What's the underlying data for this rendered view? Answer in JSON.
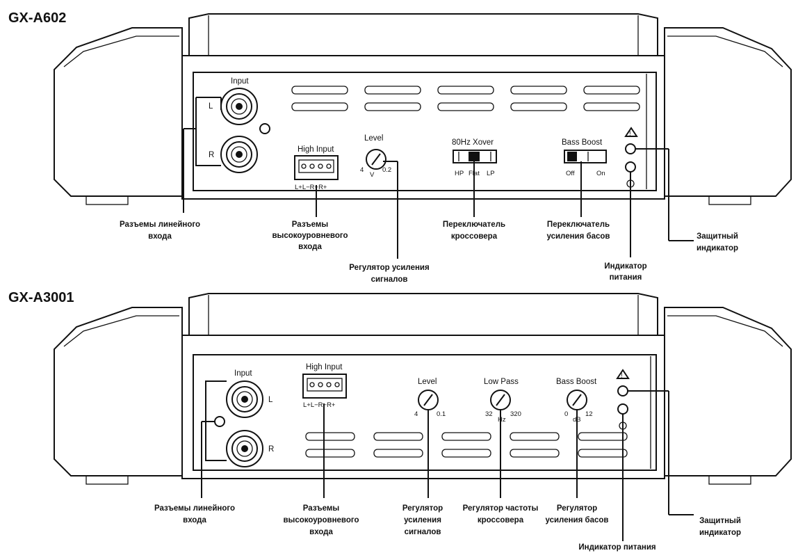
{
  "top": {
    "model": "GX-A602",
    "panel": {
      "input": "Input",
      "left": "L",
      "right": "R",
      "high_input": "High Input",
      "high_input_pins": "L+L−R−R+",
      "level": "Level",
      "level_min": "4",
      "level_unit": "V",
      "level_max": "0.2",
      "xover": "80Hz Xover",
      "xover_hp": "HP",
      "xover_flat": "Flat",
      "xover_lp": "LP",
      "bass_boost": "Bass Boost",
      "bass_off": "Off",
      "bass_on": "On"
    },
    "captions": {
      "line_input": [
        "Разъемы линейного",
        "входа"
      ],
      "high_input": [
        "Разъемы",
        "высокоуровневого",
        "входа"
      ],
      "level": [
        "Регулятор усиления",
        "сигналов"
      ],
      "xover": [
        "Переключатель",
        "кроссовера"
      ],
      "bass": [
        "Переключатель",
        "усиления басов"
      ],
      "power": [
        "Индикатор",
        "питания"
      ],
      "protect": [
        "Защитный",
        "индикатор"
      ]
    }
  },
  "bottom": {
    "model": "GX-A3001",
    "panel": {
      "input": "Input",
      "left": "L",
      "right": "R",
      "high_input": "High Input",
      "high_input_pins": "L+L−R−R+",
      "level": "Level",
      "level_min": "4",
      "level_max": "0.1",
      "low_pass": "Low Pass",
      "lp_min": "32",
      "lp_unit": "Hz",
      "lp_max": "320",
      "bass_boost": "Bass Boost",
      "bb_min": "0",
      "bb_unit": "dB",
      "bb_max": "12"
    },
    "captions": {
      "line_input": [
        "Разъемы линейного",
        "входа"
      ],
      "high_input": [
        "Разъемы",
        "высокоуровневого",
        "входа"
      ],
      "level": [
        "Регулятор",
        "усиления",
        "сигналов"
      ],
      "low_pass": [
        "Регулятор частоты",
        "кроссовера"
      ],
      "bass": [
        "Регулятор",
        "усиления басов"
      ],
      "protect": [
        "Защитный",
        "индикатор"
      ],
      "power": [
        "Индикатор питания"
      ]
    }
  }
}
